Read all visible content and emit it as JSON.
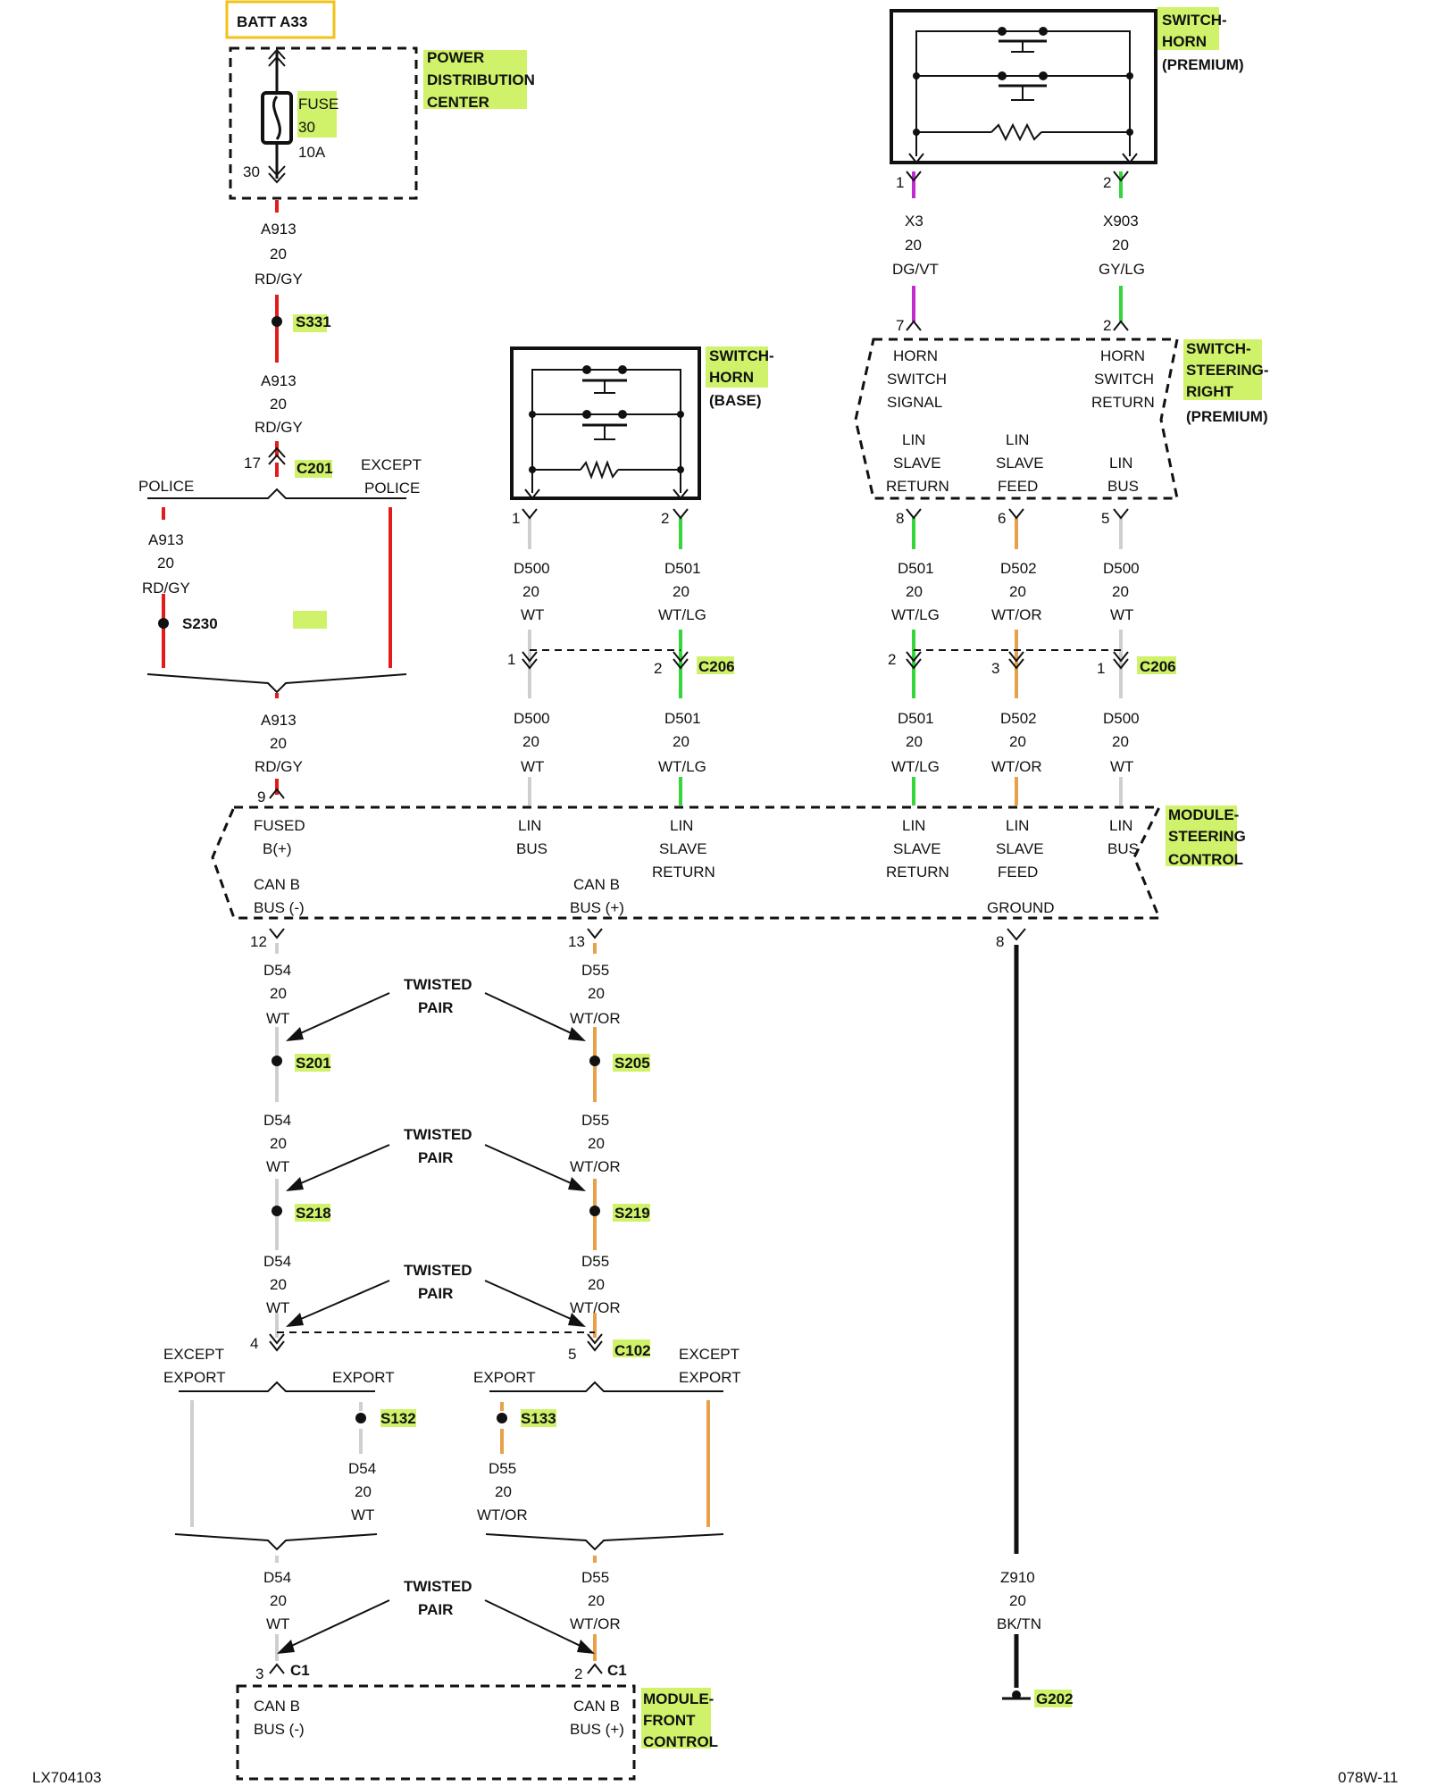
{
  "components": {
    "batt": "BATT A33",
    "pdc": [
      "POWER",
      "DISTRIBUTION",
      "CENTER"
    ],
    "fuse": [
      "FUSE",
      "30"
    ],
    "fuse_rating": "10A",
    "fuse_pin": "30",
    "horn_premium": [
      "SWITCH-",
      "HORN",
      "(PREMIUM)"
    ],
    "horn_base": [
      "SWITCH-",
      "HORN",
      "(BASE)"
    ],
    "steering_right": [
      "SWITCH-",
      "STEERING-",
      "RIGHT",
      "(PREMIUM)"
    ],
    "module_steering": [
      "MODULE-",
      "STEERING",
      "CONTROL"
    ],
    "module_front": [
      "MODULE-",
      "FRONT",
      "CONTROL"
    ]
  },
  "pin_labels": {
    "horn_switch_signal": [
      "HORN",
      "SWITCH",
      "SIGNAL"
    ],
    "horn_switch_return": [
      "HORN",
      "SWITCH",
      "RETURN"
    ],
    "lin_slave_return": [
      "LIN",
      "SLAVE",
      "RETURN"
    ],
    "lin_slave_feed": [
      "LIN",
      "SLAVE",
      "FEED"
    ],
    "lin_bus": [
      "LIN",
      "BUS"
    ],
    "fused_b": [
      "FUSED",
      "B(+)"
    ],
    "can_b_minus": [
      "CAN B",
      "BUS (-)"
    ],
    "can_b_plus": [
      "CAN B",
      "BUS (+)"
    ],
    "ground": "GROUND"
  },
  "options": {
    "police": "POLICE",
    "except_police": [
      "EXCEPT",
      "POLICE"
    ],
    "export": "EXPORT",
    "except_export": [
      "EXCEPT",
      "EXPORT"
    ],
    "twisted_pair": [
      "TWISTED",
      "PAIR"
    ]
  },
  "splices": [
    "S331",
    "S230",
    "S201",
    "S205",
    "S218",
    "S219",
    "S132",
    "S133"
  ],
  "connectors": [
    "C201",
    "C206",
    "C102",
    "C1"
  ],
  "ground_id": "G202",
  "pin_numbers": [
    "1",
    "2",
    "7",
    "2",
    "17",
    "1",
    "2",
    "8",
    "6",
    "5",
    "1",
    "2",
    "2",
    "3",
    "1",
    "9",
    "12",
    "13",
    "8",
    "4",
    "5",
    "3",
    "2"
  ],
  "wires": [
    {
      "circuit": "A913",
      "gauge": "20",
      "color": "RD/GY"
    },
    {
      "circuit": "X3",
      "gauge": "20",
      "color": "DG/VT"
    },
    {
      "circuit": "X903",
      "gauge": "20",
      "color": "GY/LG"
    },
    {
      "circuit": "D500",
      "gauge": "20",
      "color": "WT"
    },
    {
      "circuit": "D501",
      "gauge": "20",
      "color": "WT/LG"
    },
    {
      "circuit": "D502",
      "gauge": "20",
      "color": "WT/OR"
    },
    {
      "circuit": "D54",
      "gauge": "20",
      "color": "WT"
    },
    {
      "circuit": "D55",
      "gauge": "20",
      "color": "WT/OR"
    },
    {
      "circuit": "Z910",
      "gauge": "20",
      "color": "BK/TN"
    }
  ],
  "footer": {
    "left": "LX704103",
    "right": "078W-11"
  }
}
